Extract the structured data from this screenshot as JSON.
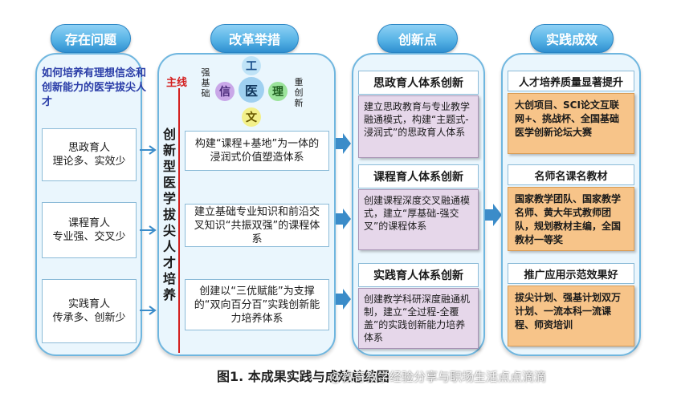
{
  "headers": {
    "problems": "存在问题",
    "reforms": "改革举措",
    "innovations": "创新点",
    "results": "实践成效"
  },
  "problems": {
    "question": "如何培养有理想信念和创新能力的医学拔尖人才",
    "items": [
      {
        "line1": "思政育人",
        "line2": "理论多、实效少"
      },
      {
        "line1": "课程育人",
        "line2": "专业强、交叉少"
      },
      {
        "line1": "实践育人",
        "line2": "传承多、创新少"
      }
    ]
  },
  "reforms": {
    "main_line_label": "主线",
    "vertical_title": "创新型医学拔尖人才培养",
    "left_label": "强基础",
    "right_label": "重创新",
    "circles": {
      "top": "工",
      "left": "信",
      "center": "医",
      "right": "理",
      "bottom": "文"
    },
    "items": [
      "构建“课程+基地”为一体的浸润式价值塑造体系",
      "建立基础专业知识和前沿交叉知识“共振双强”的课程体系",
      "创建以“三优赋能”为支撑的“双向百分百”实践创新能力培养体系"
    ]
  },
  "innovations": [
    {
      "title": "思政育人体系创新",
      "body": "建立思政教育与专业教学融通模式，构建“主题式-浸润式”的思政育人体系"
    },
    {
      "title": "课程育人体系创新",
      "body": "创建课程深度交叉融通模式，建立“厚基础-强交叉”的课程体系"
    },
    {
      "title": "实践育人体系创新",
      "body": "创建教学科研深度融通机制，建立“全过程-全覆盖”的实践创新能力培养体系"
    }
  ],
  "results": [
    {
      "title": "人才培养质量显著提升",
      "body": "大创项目、SCI论文互联网+、挑战杯、全国基础医学创新论坛大赛"
    },
    {
      "title": "名师名课名教材",
      "body": "国家教学团队、国家教学名师、黄大年式教师团队，规划教材主编，全国教材一等奖"
    },
    {
      "title": "推广应用示范效果好",
      "body": "拔尖计划、强基计划双万计划、一流本科一流课程、师资培训"
    }
  ],
  "caption": "图1. 本成果实践与成效总结图",
  "watermark": "@教育教学经验分享与职场生活点点滴滴",
  "colors": {
    "header_blue": "#3a9ad8",
    "panel_bg": "#eaf6fd",
    "innovation_body": "#e6d7ea",
    "result_body": "#f7c489",
    "main_line_red": "#d42020",
    "question_text": "#2a3da8",
    "arrow_blue": "#3b8cc9"
  }
}
